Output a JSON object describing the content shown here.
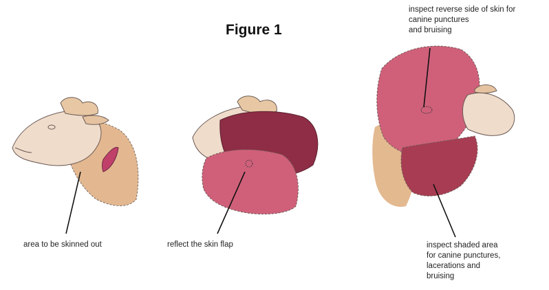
{
  "figure": {
    "title": "Figure 1"
  },
  "panels": [
    {
      "id": "panel-1",
      "caption": "area to be skinned out"
    },
    {
      "id": "panel-2",
      "caption": "reflect the skin flap"
    },
    {
      "id": "panel-3",
      "caption_top": "inspect reverse side of skin for\ncanine punctures\nand bruising",
      "caption_bottom": "inspect shaded area\nfor canine punctures,\nlacerations and\nbruising"
    }
  ],
  "colors": {
    "wool": "#e9c9a8",
    "wool_shade": "#d9a46e",
    "flesh": "#c94a5a",
    "flesh_dark": "#8e2d45",
    "flap": "#d0607a",
    "outline": "#6b5a55"
  }
}
